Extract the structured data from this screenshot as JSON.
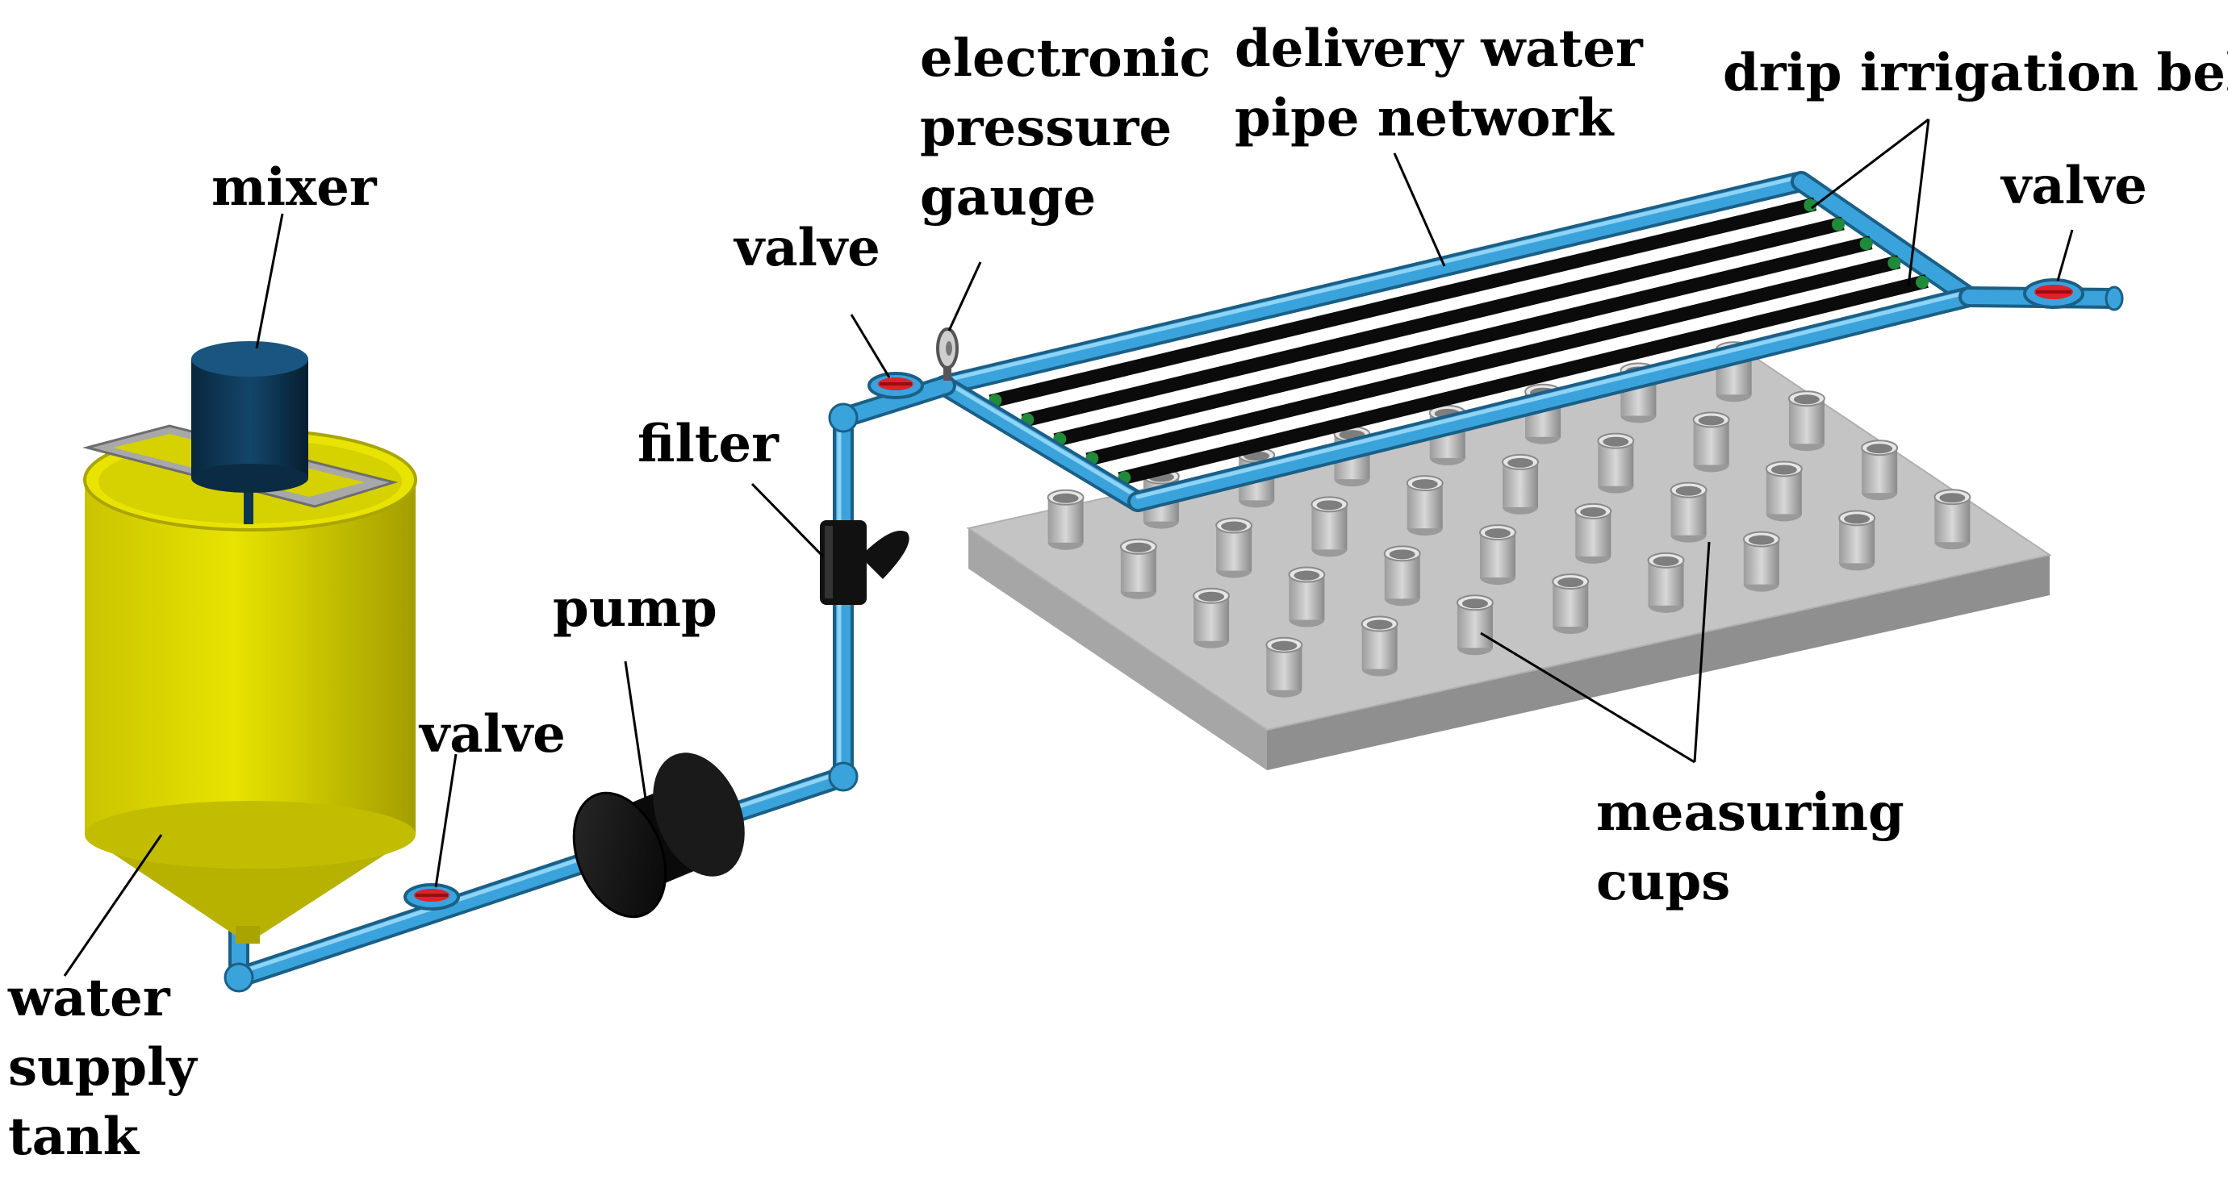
{
  "labels": {
    "mixer": "mixer",
    "tank": [
      "water",
      "supply",
      "tank"
    ],
    "valve_tank": "valve",
    "pump": "pump",
    "filter": "filter",
    "valve_inlet": "valve",
    "gauge": [
      "electronic",
      "pressure",
      "gauge"
    ],
    "delivery": [
      "delivery water",
      "pipe network"
    ],
    "belt": "drip irrigation belt",
    "valve_outlet": "valve",
    "cups": [
      "measuring",
      "cups"
    ]
  },
  "colors": {
    "tank": "#d9d400",
    "tank_dark": "#a9a400",
    "motor": "#0d3552",
    "frame": "#a8a8a8",
    "pipe": "#3aa3dc",
    "pipe_dark": "#1b5f86",
    "valve_handle": "#e0202a",
    "pump": "#111111",
    "filter": "#111111",
    "belt": "#0b0b0b",
    "emitter": "#1f8a3a",
    "board_top": "#c4c4c4",
    "board_side": "#8f8f8f",
    "cup": "#b8b8b8"
  }
}
